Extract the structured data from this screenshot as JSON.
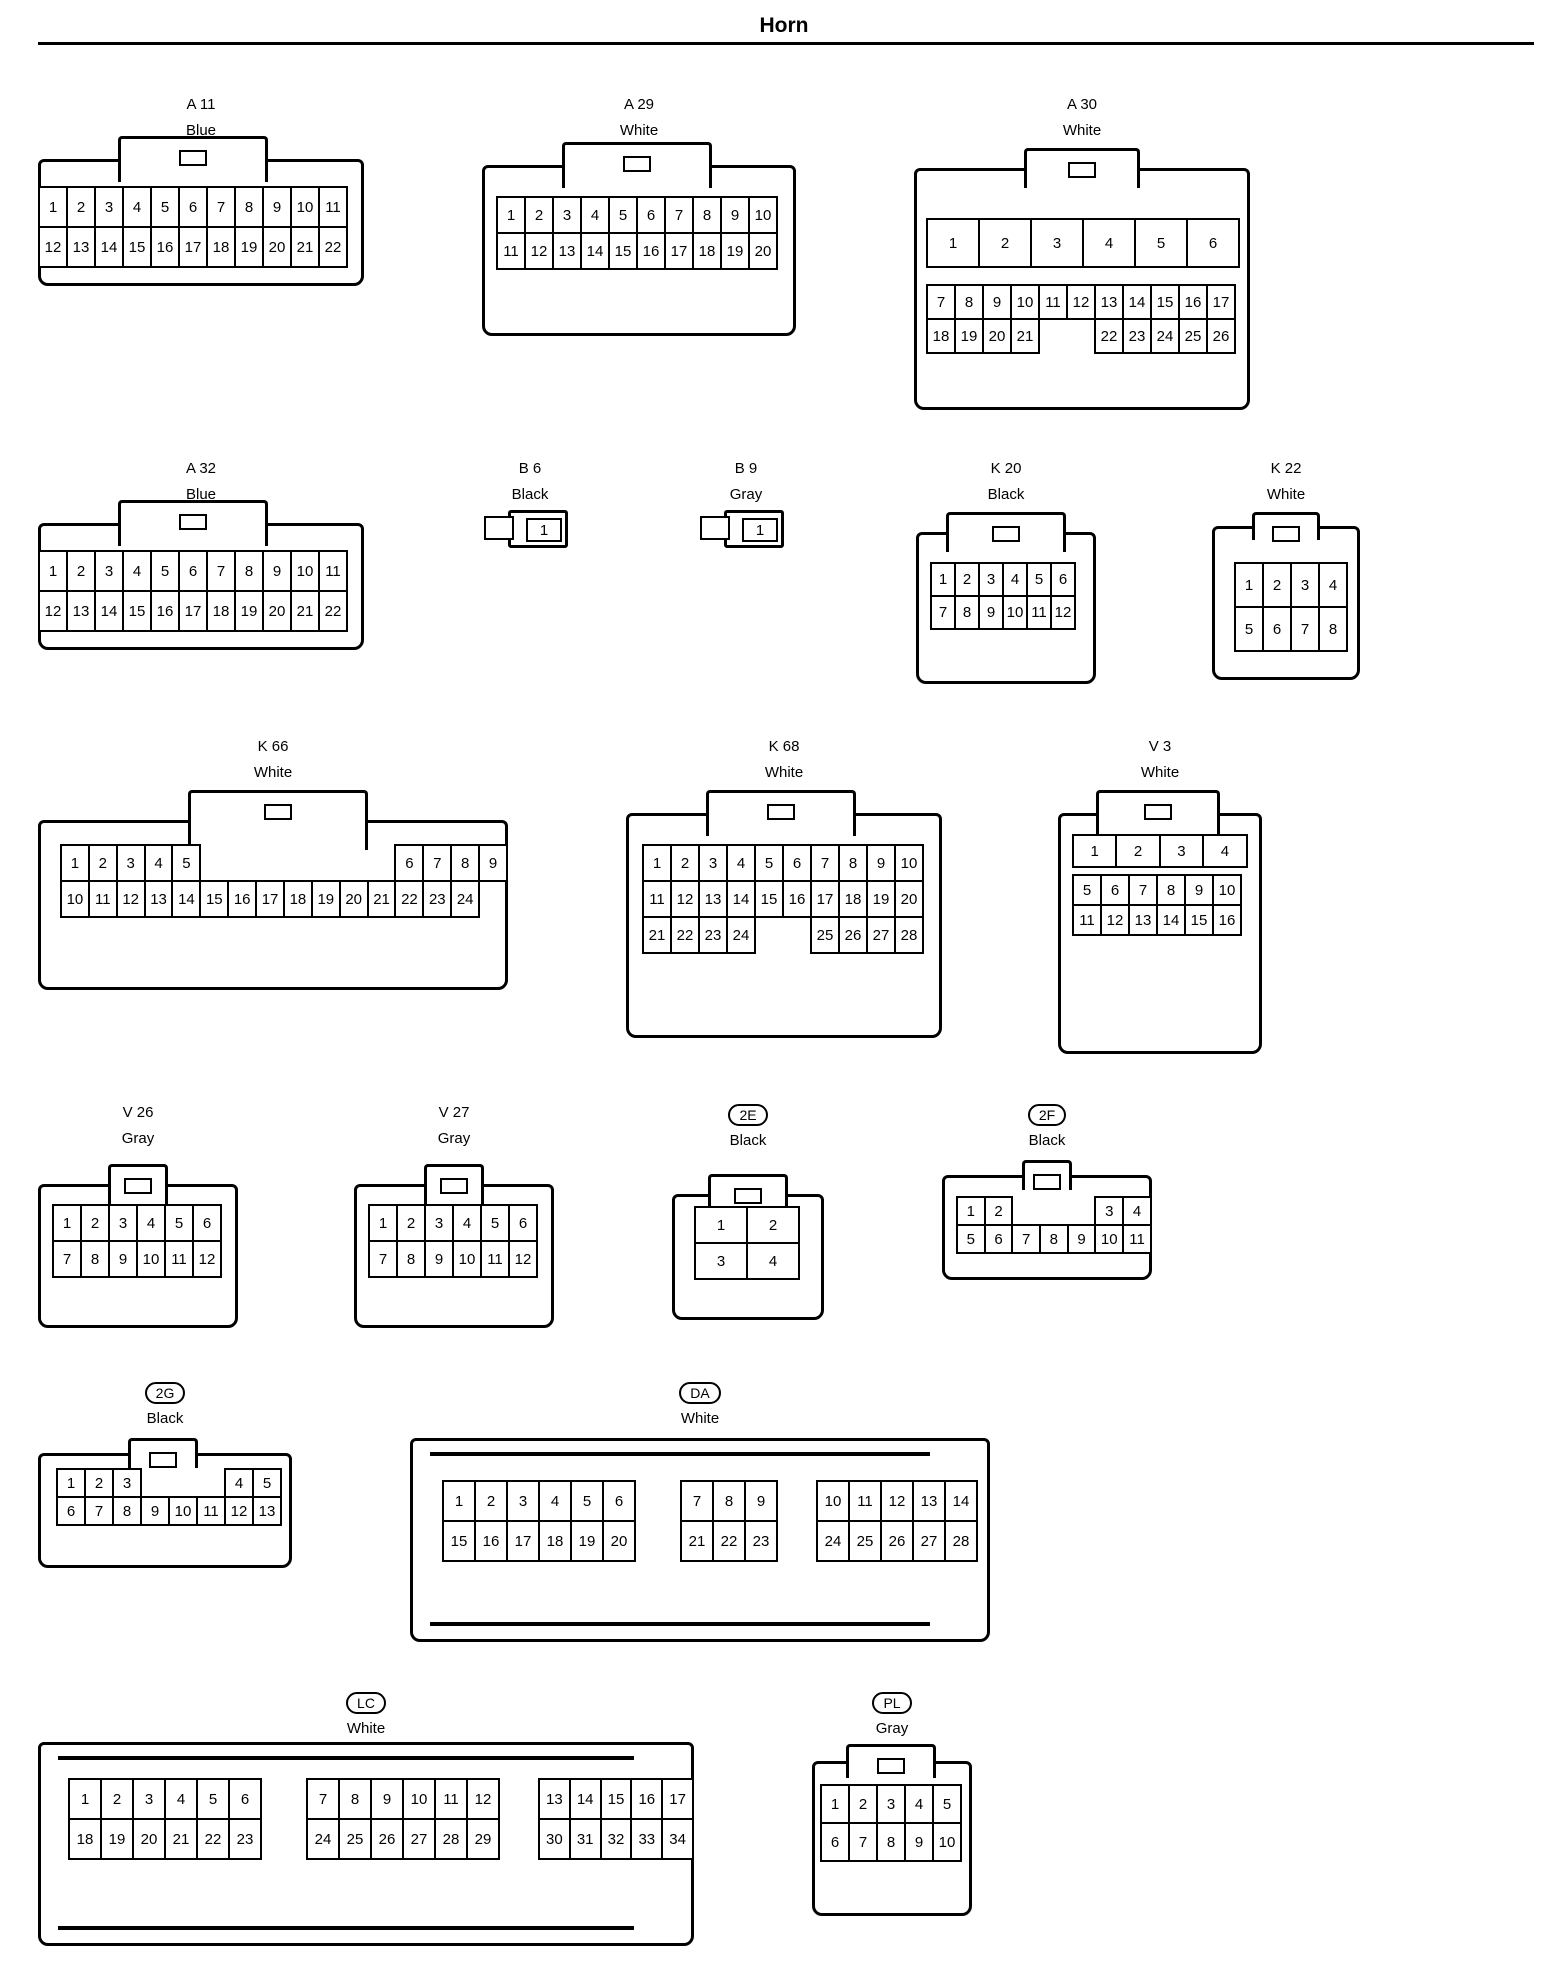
{
  "title": "Horn",
  "connectors": [
    {
      "code": "A 11",
      "color": "Blue",
      "rows": [
        [
          "1",
          "2",
          "3",
          "4",
          "5",
          "6",
          "7",
          "8",
          "9",
          "10",
          "11"
        ],
        [
          "12",
          "13",
          "14",
          "15",
          "16",
          "17",
          "18",
          "19",
          "20",
          "21",
          "22"
        ]
      ]
    },
    {
      "code": "A 29",
      "color": "White",
      "rows": [
        [
          "1",
          "2",
          "3",
          "4",
          "5",
          "6",
          "7",
          "8",
          "9",
          "10"
        ],
        [
          "11",
          "12",
          "13",
          "14",
          "15",
          "16",
          "17",
          "18",
          "19",
          "20"
        ]
      ]
    },
    {
      "code": "A 30",
      "color": "White",
      "big": [
        "1",
        "2",
        "3",
        "4",
        "5",
        "6"
      ],
      "rows": [
        [
          "7",
          "8",
          "9",
          "10",
          "11",
          "12",
          "13",
          "14",
          "15",
          "16",
          "17"
        ],
        [
          "18",
          "19",
          "20",
          "21",
          "",
          "",
          "22",
          "23",
          "24",
          "25",
          "26"
        ]
      ]
    },
    {
      "code": "A 32",
      "color": "Blue",
      "rows": [
        [
          "1",
          "2",
          "3",
          "4",
          "5",
          "6",
          "7",
          "8",
          "9",
          "10",
          "11"
        ],
        [
          "12",
          "13",
          "14",
          "15",
          "16",
          "17",
          "18",
          "19",
          "20",
          "21",
          "22"
        ]
      ]
    },
    {
      "code": "B 6",
      "color": "Black",
      "rows": [
        [
          "1"
        ]
      ]
    },
    {
      "code": "B 9",
      "color": "Gray",
      "rows": [
        [
          "1"
        ]
      ]
    },
    {
      "code": "K 20",
      "color": "Black",
      "rows": [
        [
          "1",
          "2",
          "3",
          "4",
          "5",
          "6"
        ],
        [
          "7",
          "8",
          "9",
          "10",
          "11",
          "12"
        ]
      ]
    },
    {
      "code": "K 22",
      "color": "White",
      "rows": [
        [
          "1",
          "2",
          "3",
          "4"
        ],
        [
          "5",
          "6",
          "7",
          "8"
        ]
      ]
    },
    {
      "code": "K 66",
      "color": "White",
      "rows": [
        [
          "1",
          "2",
          "3",
          "4",
          "5",
          "",
          "",
          "",
          "",
          "",
          "",
          "",
          "6",
          "7",
          "8",
          "9"
        ],
        [
          "10",
          "11",
          "12",
          "13",
          "14",
          "15",
          "16",
          "17",
          "18",
          "19",
          "20",
          "21",
          "22",
          "23",
          "24"
        ]
      ]
    },
    {
      "code": "K 68",
      "color": "White",
      "rows": [
        [
          "1",
          "2",
          "3",
          "4",
          "5",
          "6",
          "7",
          "8",
          "9",
          "10"
        ],
        [
          "11",
          "12",
          "13",
          "14",
          "15",
          "16",
          "17",
          "18",
          "19",
          "20"
        ],
        [
          "21",
          "22",
          "23",
          "24",
          "",
          "",
          "25",
          "26",
          "27",
          "28"
        ]
      ]
    },
    {
      "code": "V 3",
      "color": "White",
      "top": [
        "1",
        "2",
        "3",
        "4"
      ],
      "rows": [
        [
          "5",
          "6",
          "7",
          "8",
          "9",
          "10"
        ],
        [
          "11",
          "12",
          "13",
          "14",
          "15",
          "16"
        ]
      ]
    },
    {
      "code": "V 26",
      "color": "Gray",
      "rows": [
        [
          "1",
          "2",
          "3",
          "4",
          "5",
          "6"
        ],
        [
          "7",
          "8",
          "9",
          "10",
          "11",
          "12"
        ]
      ]
    },
    {
      "code": "V 27",
      "color": "Gray",
      "rows": [
        [
          "1",
          "2",
          "3",
          "4",
          "5",
          "6"
        ],
        [
          "7",
          "8",
          "9",
          "10",
          "11",
          "12"
        ]
      ]
    },
    {
      "code": "2E",
      "color": "Black",
      "rows": [
        [
          "1",
          "2"
        ],
        [
          "3",
          "4"
        ]
      ]
    },
    {
      "code": "2F",
      "color": "Black",
      "rows": [
        [
          "1",
          "2",
          "",
          "",
          "",
          "3",
          "4"
        ],
        [
          "5",
          "6",
          "7",
          "8",
          "9",
          "10",
          "11"
        ]
      ]
    },
    {
      "code": "2G",
      "color": "Black",
      "rows": [
        [
          "1",
          "2",
          "3",
          "",
          "",
          "",
          "4",
          "5"
        ],
        [
          "6",
          "7",
          "8",
          "9",
          "10",
          "11",
          "12",
          "13"
        ]
      ]
    },
    {
      "code": "DA",
      "color": "White",
      "groups": [
        [
          [
            "1",
            "2",
            "3",
            "4",
            "5",
            "6"
          ],
          [
            "15",
            "16",
            "17",
            "18",
            "19",
            "20"
          ]
        ],
        [
          [
            "7",
            "8",
            "9"
          ],
          [
            "21",
            "22",
            "23"
          ]
        ],
        [
          [
            "10",
            "11",
            "12",
            "13",
            "14"
          ],
          [
            "24",
            "25",
            "26",
            "27",
            "28"
          ]
        ]
      ]
    },
    {
      "code": "LC",
      "color": "White",
      "groups": [
        [
          [
            "1",
            "2",
            "3",
            "4",
            "5",
            "6"
          ],
          [
            "18",
            "19",
            "20",
            "21",
            "22",
            "23"
          ]
        ],
        [
          [
            "7",
            "8",
            "9",
            "10",
            "11",
            "12"
          ],
          [
            "24",
            "25",
            "26",
            "27",
            "28",
            "29"
          ]
        ],
        [
          [
            "13",
            "14",
            "15",
            "16",
            "17"
          ],
          [
            "30",
            "31",
            "32",
            "33",
            "34"
          ]
        ]
      ]
    },
    {
      "code": "PL",
      "color": "Gray",
      "rows": [
        [
          "1",
          "2",
          "3",
          "4",
          "5"
        ],
        [
          "6",
          "7",
          "8",
          "9",
          "10"
        ]
      ]
    }
  ]
}
